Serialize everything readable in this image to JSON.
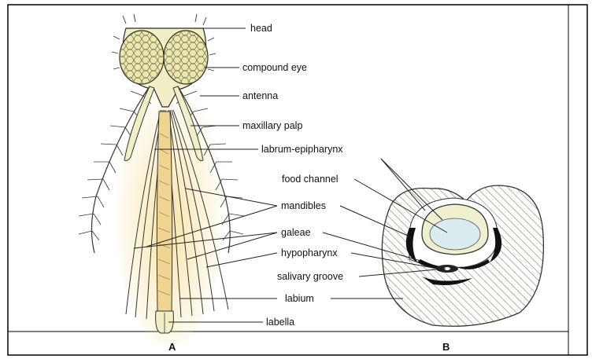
{
  "figure": {
    "panels": [
      {
        "caption": "A"
      },
      {
        "caption": "B"
      }
    ],
    "labels": {
      "head": "head",
      "compound_eye": "compound eye",
      "antenna": "antenna",
      "maxillary_palp": "maxillary palp",
      "labrum_epipharynx": "labrum-epipharynx",
      "food_channel": "food channel",
      "mandibles": "mandibles",
      "galeae": "galeae",
      "hypopharynx": "hypopharynx",
      "salivary_groove": "salivary groove",
      "labium": "labium",
      "labella": "labella"
    },
    "colors": {
      "eye_fill": "#ece8a8",
      "head_fill": "#f2efc6",
      "glow": "#f6dc8a",
      "line": "#2a2a2a",
      "frame": "#000000",
      "channel": "#d9ecf0",
      "hatch": "#8a6e4b"
    }
  }
}
